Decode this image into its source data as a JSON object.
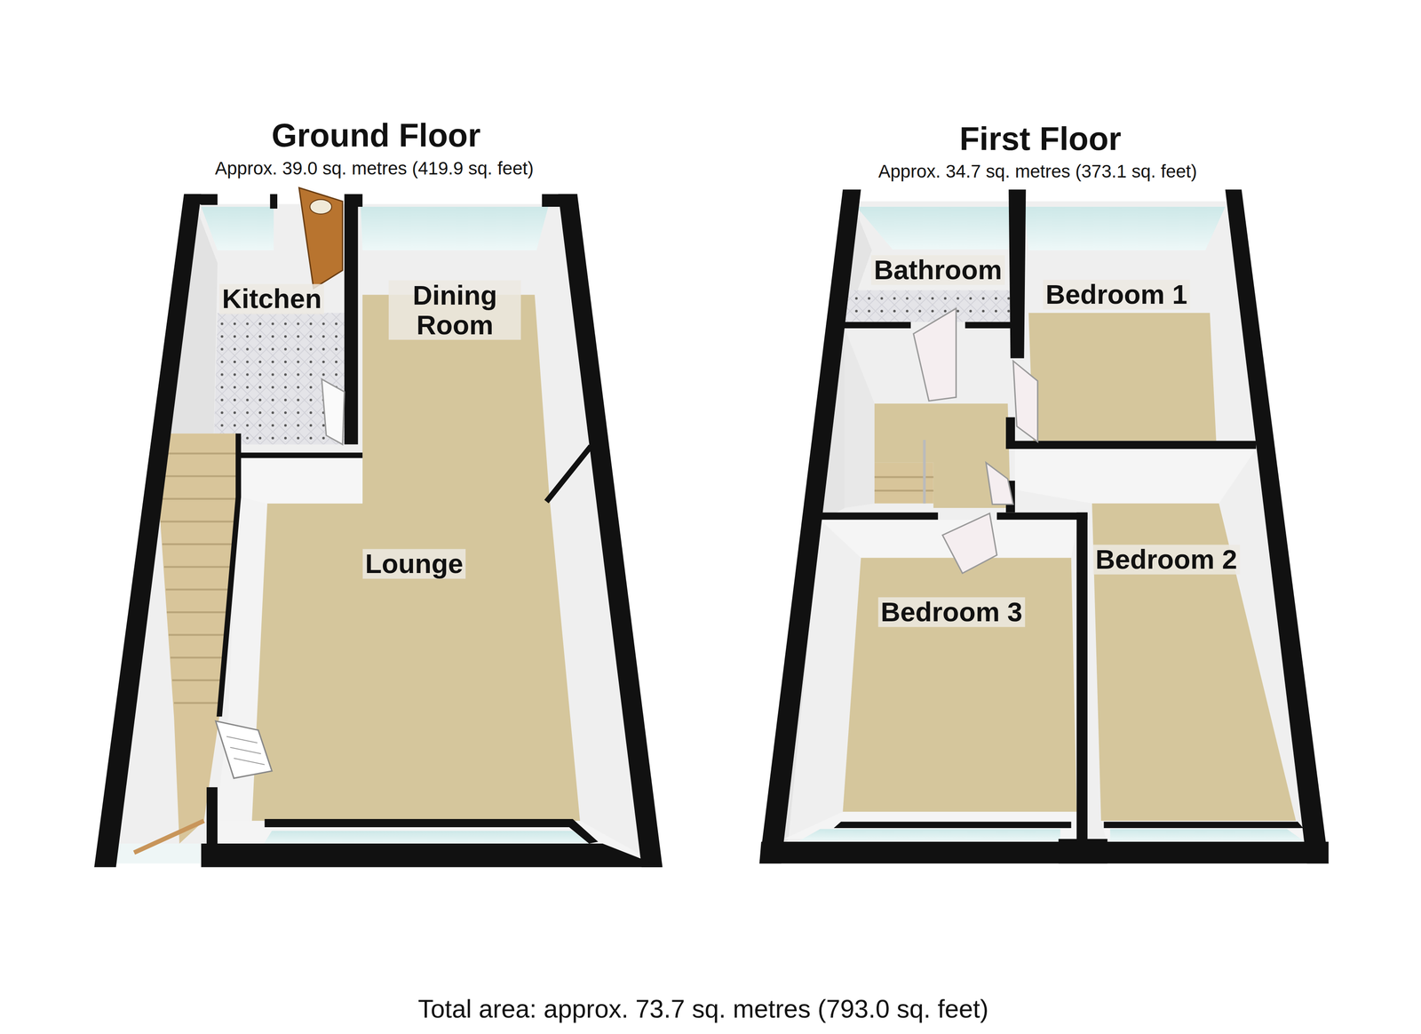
{
  "diagram": {
    "caption": "Total area: approx. 73.7 sq. metres (793.0 sq. feet)",
    "nodes": [
      {
        "text": [
          "Ground Floor",
          "Approx. 39.0 sq. metres (419.9 sq. feet)"
        ]
      },
      {
        "text": [
          "Kitchen"
        ],
        "in": 0
      },
      {
        "text": [
          "Dining Room"
        ],
        "in": 0
      },
      {
        "text": [
          "Lounge"
        ],
        "in": 0
      },
      {
        "text": [
          "First Floor",
          "Approx. 34.7 sq. metres (373.1 sq. feet)"
        ]
      },
      {
        "text": [
          "Bathroom"
        ],
        "in": 4
      },
      {
        "text": [
          "Bedroom 1"
        ],
        "in": 4
      },
      {
        "text": [
          "Bedroom 2"
        ],
        "in": 4
      },
      {
        "text": [
          "Bedroom 3"
        ],
        "in": 4
      }
    ]
  }
}
